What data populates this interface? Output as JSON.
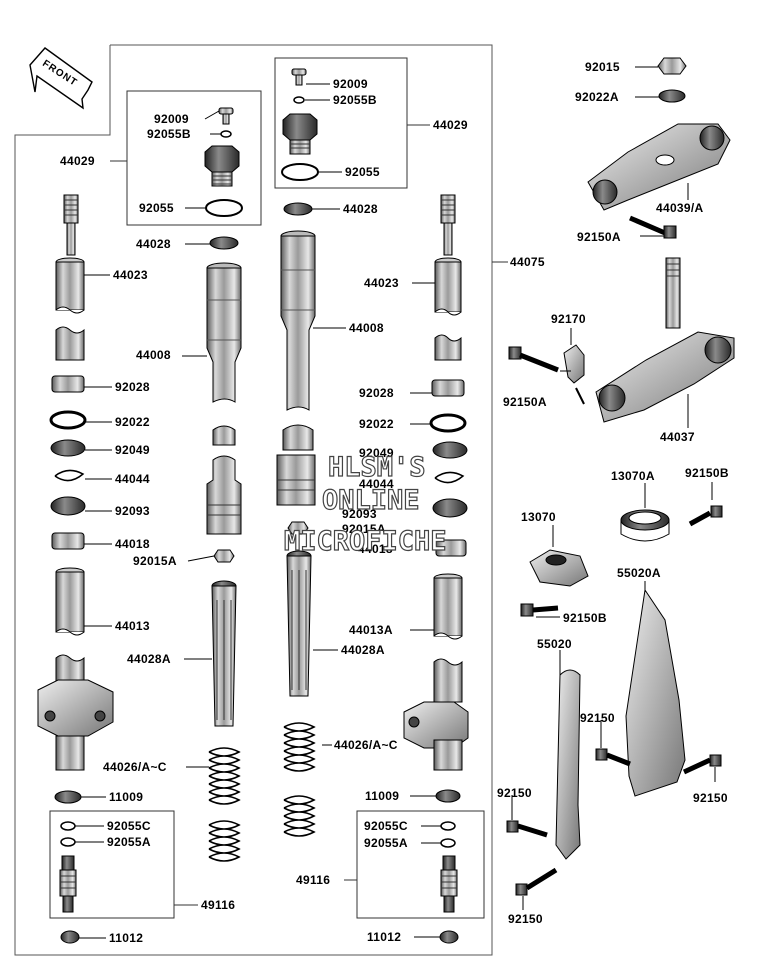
{
  "orientation_label": "FRONT",
  "watermark": [
    "HLSM'S",
    "ONLINE",
    "MICROFICHE"
  ],
  "part_labels": {
    "l_92009": "92009",
    "l_92055B": "92055B",
    "l_44029": "44029",
    "l_92055": "92055",
    "l_44028": "44028",
    "l_44023": "44023",
    "l_44008": "44008",
    "l_92028": "92028",
    "l_92022": "92022",
    "l_92049": "92049",
    "l_44044": "44044",
    "l_92093": "92093",
    "l_44018": "44018",
    "l_92015A": "92015A",
    "l_44013": "44013",
    "l_44028A": "44028A",
    "l_44026": "44026/A~C",
    "l_11009": "11009",
    "l_92055C": "92055C",
    "l_92055A": "92055A",
    "l_49116": "49116",
    "l_11012": "11012",
    "r_92009": "92009",
    "r_92055B": "92055B",
    "r_44029": "44029",
    "r_92055": "92055",
    "r_44028": "44028",
    "r_44075": "44075",
    "r_44023": "44023",
    "r_44008": "44008",
    "r_92028": "92028",
    "r_92022": "92022",
    "r_92049": "92049",
    "r_44044": "44044",
    "r_92093": "92093",
    "r_92015A": "92015A",
    "r_44018": "44018",
    "r_44013A": "44013A",
    "r_44028A": "44028A",
    "r_44026": "44026/A~C",
    "r_11009": "11009",
    "r_92055C": "92055C",
    "r_92055A": "92055A",
    "r_49116": "49116",
    "r_11012": "11012",
    "c_92015": "92015",
    "c_92022A": "92022A",
    "c_44039A": "44039/A",
    "c_92150A_top": "92150A",
    "c_92170": "92170",
    "c_92150A_mid": "92150A",
    "c_44037": "44037",
    "c_13070A": "13070A",
    "c_92150B_top": "92150B",
    "c_13070": "13070",
    "c_55020A": "55020A",
    "c_92150B_mid": "92150B",
    "c_55020": "55020",
    "c_92150_a": "92150",
    "c_92150_b": "92150",
    "c_92150_c": "92150",
    "c_92150_d": "92150"
  }
}
